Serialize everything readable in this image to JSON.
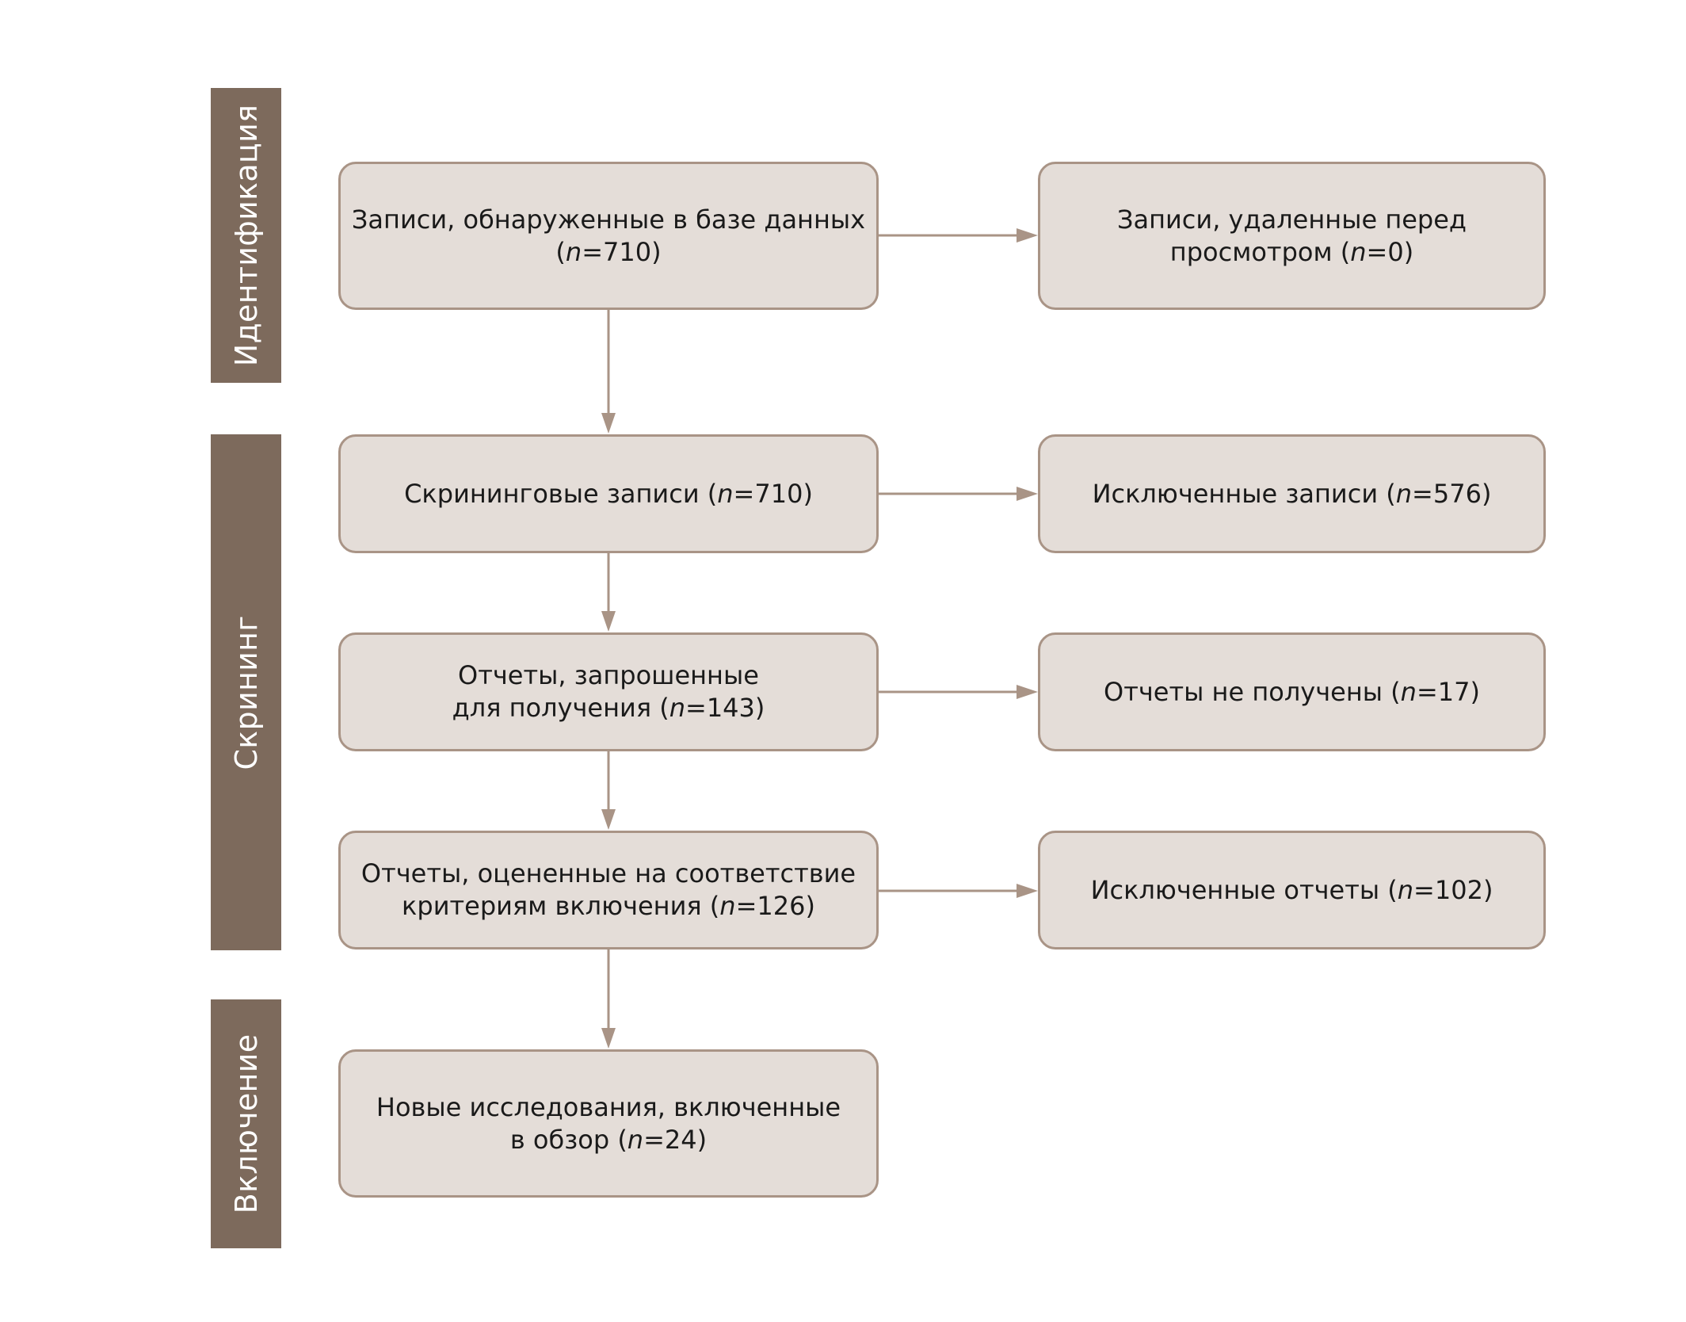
{
  "colors": {
    "phase_fill": "#7d6a5c",
    "box_fill": "#e4ddd8",
    "box_border": "#a99486",
    "arrow": "#a99486",
    "text": "#1a1a1a"
  },
  "phases": {
    "identification": "Идентификация",
    "screening": "Скрининг",
    "included": "Включение"
  },
  "boxes": {
    "records_identified": {
      "lines": [
        {
          "pre": "Записи, обнаруженные в базе данных",
          "n": "",
          "post": ""
        },
        {
          "pre": "(",
          "n": "n",
          "post": "=710)"
        }
      ]
    },
    "records_removed": {
      "lines": [
        {
          "pre": "Записи, удаленные перед",
          "n": "",
          "post": ""
        },
        {
          "pre": "просмотром (",
          "n": "n",
          "post": "=0)"
        }
      ]
    },
    "records_screened": {
      "lines": [
        {
          "pre": "Скрининговые записи (",
          "n": "n",
          "post": "=710)"
        }
      ]
    },
    "records_excluded": {
      "lines": [
        {
          "pre": "Исключенные записи (",
          "n": "n",
          "post": "=576)"
        }
      ]
    },
    "reports_sought": {
      "lines": [
        {
          "pre": "Отчеты, запрошенные",
          "n": "",
          "post": ""
        },
        {
          "pre": "для получения (",
          "n": "n",
          "post": "=143)"
        }
      ]
    },
    "reports_not_retrieved": {
      "lines": [
        {
          "pre": "Отчеты не получены (",
          "n": "n",
          "post": "=17)"
        }
      ]
    },
    "reports_assessed": {
      "lines": [
        {
          "pre": "Отчеты, оцененные на соответствие",
          "n": "",
          "post": ""
        },
        {
          "pre": "критериям включения (",
          "n": "n",
          "post": "=126)"
        }
      ]
    },
    "reports_excluded": {
      "lines": [
        {
          "pre": "Исключенные отчеты (",
          "n": "n",
          "post": "=102)"
        }
      ]
    },
    "studies_included": {
      "lines": [
        {
          "pre": "Новые исследования, включенные",
          "n": "",
          "post": ""
        },
        {
          "pre": "в обзор (",
          "n": "n",
          "post": "=24)"
        }
      ]
    }
  }
}
